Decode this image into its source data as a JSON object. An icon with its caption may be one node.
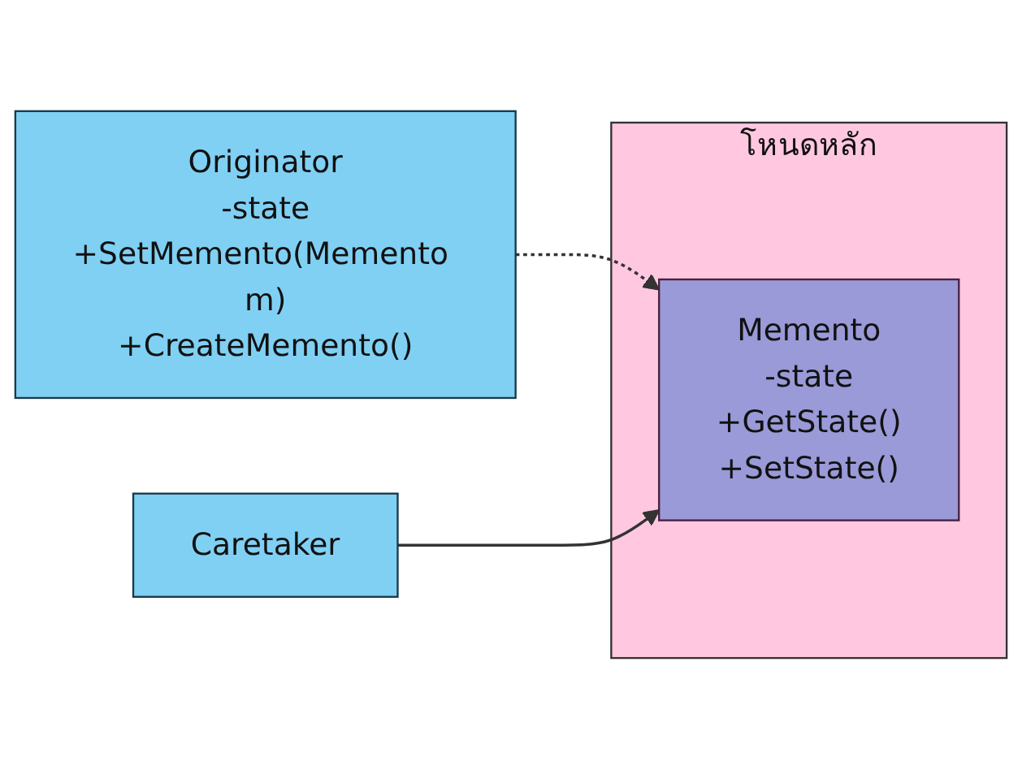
{
  "diagram": {
    "nodes": [
      {
        "text": [
          "Originator",
          "-state",
          "+SetMemento(Memento m)",
          "+CreateMemento()"
        ]
      },
      {
        "text": [
          "โหนดหลัก"
        ]
      },
      {
        "text": [
          "Memento",
          "-state",
          "+GetState()",
          "+SetState()"
        ],
        "in": 1
      },
      {
        "text": [
          "Caretaker"
        ]
      }
    ],
    "edges": [
      {
        "from": 0,
        "to": 2,
        "arrow": "to",
        "style": "dashed"
      },
      {
        "from": 3,
        "to": 2,
        "arrow": "to"
      }
    ]
  }
}
